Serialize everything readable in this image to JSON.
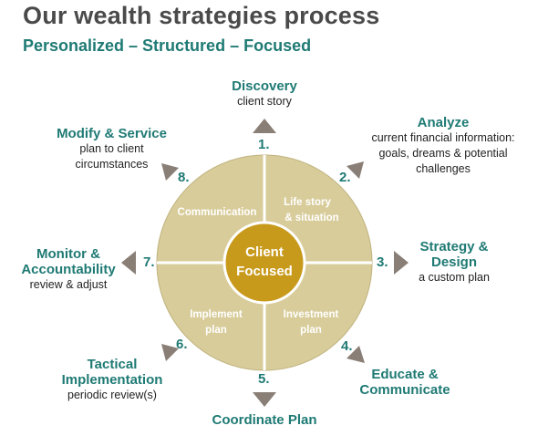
{
  "title": "Our wealth strategies process",
  "subtitle": "Personalized – Structured – Focused",
  "center": {
    "line1": "Client",
    "line2": "Focused"
  },
  "quadrants": {
    "top_left": {
      "lines": [
        "Communication"
      ]
    },
    "top_right": {
      "lines": [
        "Life story",
        "& situation"
      ]
    },
    "bottom_left": {
      "lines": [
        "Implement",
        "plan"
      ]
    },
    "bottom_right": {
      "lines": [
        "Investment",
        "plan"
      ]
    }
  },
  "steps": [
    {
      "number": "1.",
      "heading": [
        "Discovery"
      ],
      "sub": [
        "client story"
      ]
    },
    {
      "number": "2.",
      "heading": [
        "Analyze"
      ],
      "sub": [
        "current financial information:",
        "goals, dreams & potential",
        "challenges"
      ]
    },
    {
      "number": "3.",
      "heading": [
        "Strategy &",
        "Design"
      ],
      "sub": [
        "a custom plan"
      ]
    },
    {
      "number": "4.",
      "heading": [
        "Educate &",
        "Communicate"
      ],
      "sub": []
    },
    {
      "number": "5.",
      "heading": [
        "Coordinate Plan"
      ],
      "sub": []
    },
    {
      "number": "6.",
      "heading": [
        "Tactical",
        "Implementation"
      ],
      "sub": [
        "periodic review(s)"
      ]
    },
    {
      "number": "7.",
      "heading": [
        "Monitor &",
        "Accountability"
      ],
      "sub": [
        "review & adjust"
      ]
    },
    {
      "number": "8.",
      "heading": [
        "Modify & Service"
      ],
      "sub": [
        "plan to client",
        "circumstances"
      ]
    }
  ],
  "colors": {
    "heading": "#1f7a74",
    "wheel": "#d8cc9a",
    "center": "#c89a1c",
    "arrow": "#8a7f77"
  }
}
